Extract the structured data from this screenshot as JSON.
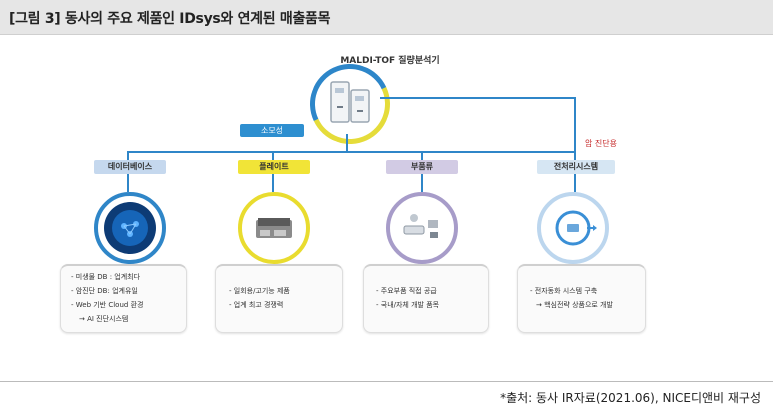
{
  "header": {
    "title": "[그림 3] 동사의 주요 제품인 IDsys와 연계된 매출품목"
  },
  "diagram": {
    "main": {
      "label": "MALDI-TOF 질량분석기"
    },
    "consumables_label": "소모성",
    "diagnosis_label": "암 진단용",
    "categories": [
      {
        "label": "데이터베이스",
        "color": "#c5d8ee",
        "lines": [
          "- 미생물 DB : 업계최다",
          "- 암진단 DB: 업계유일",
          "- Web 기반 Cloud 환경",
          "→ AI 진단시스템"
        ]
      },
      {
        "label": "플레이트",
        "color": "#f1e437",
        "lines": [
          "- 일회용/고기능 제품",
          "- 업계 최고 경쟁력"
        ]
      },
      {
        "label": "부품류",
        "color": "#d2cbe4",
        "lines": [
          "- 주요부품 직접 공급",
          "- 국내/자체 개발 품목"
        ]
      },
      {
        "label": "전처리시스템",
        "color": "#d6e6f3",
        "lines": [
          "- 전자동화 시스템 구축",
          "→ 핵심전략 상품으로 개발"
        ]
      }
    ]
  },
  "footer": {
    "source": "*출처: 동사 IR자료(2021.06), NICE디앤비 재구성"
  }
}
